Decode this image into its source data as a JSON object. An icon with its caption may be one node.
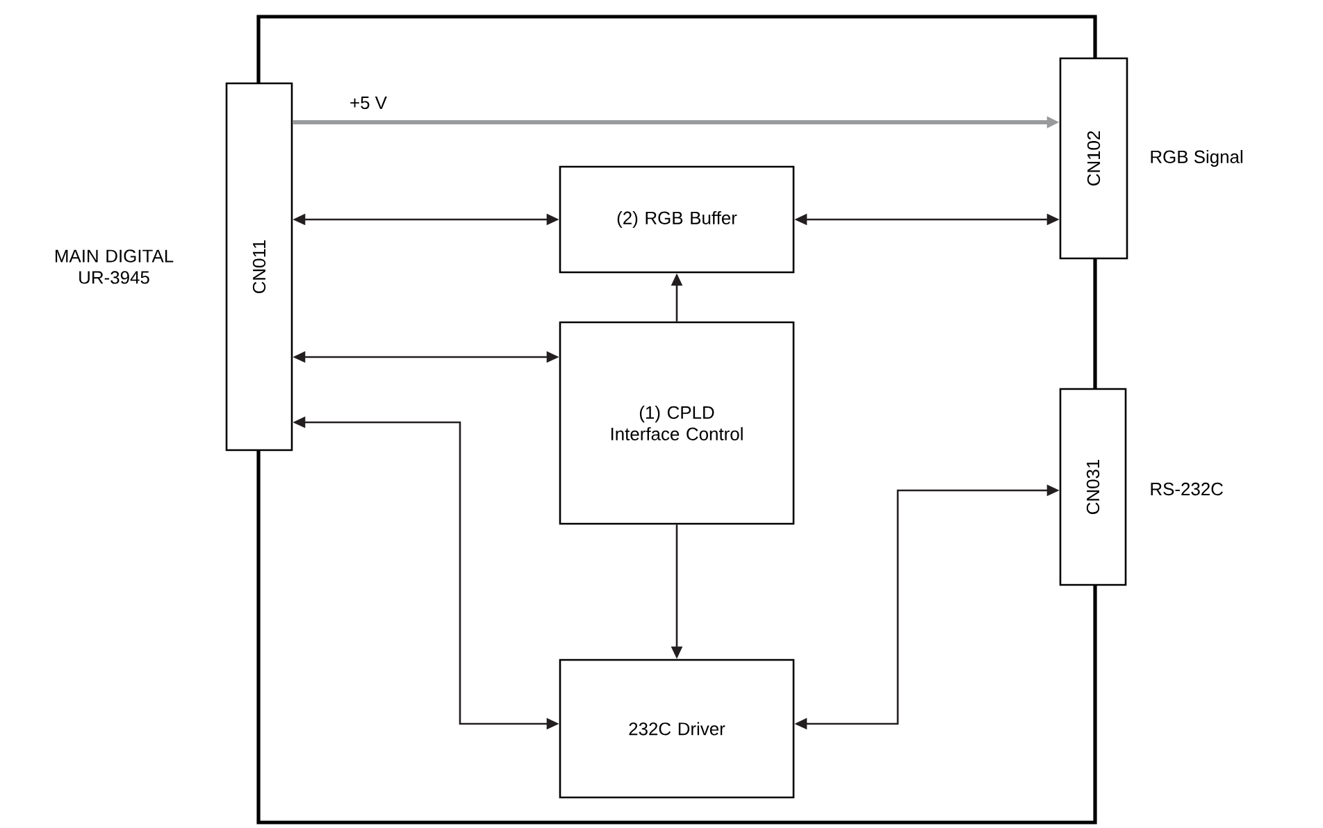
{
  "diagram": {
    "nodes": [
      {
        "text": [],
        "shape": "box"
      },
      {
        "text": [
          "CN011"
        ],
        "beside": [
          "MAIN DIGITAL UR-3945"
        ]
      },
      {
        "text": [
          "CN102"
        ],
        "beside": [
          "RGB Signal"
        ]
      },
      {
        "text": [
          "(2) RGB Buffer"
        ],
        "in": 0
      },
      {
        "text": [
          "(1) CPLD Interface Control"
        ],
        "in": 0
      },
      {
        "text": [
          "CN031"
        ],
        "beside": [
          "RS-232C"
        ]
      },
      {
        "text": [
          "232C Driver"
        ],
        "in": 0
      }
    ],
    "edges": [
      {
        "from": 1,
        "to": 2,
        "arrow": "to",
        "label": "+5 V",
        "style": "thick",
        "color": "#999a9c"
      },
      {
        "from": 1,
        "to": 3,
        "arrow": "both"
      },
      {
        "from": 3,
        "to": 2,
        "arrow": "both"
      },
      {
        "from": 4,
        "to": 3,
        "arrow": "to"
      },
      {
        "from": 1,
        "to": 4,
        "arrow": "both"
      },
      {
        "from": 1,
        "to": 6,
        "arrow": "both"
      },
      {
        "from": 4,
        "to": 6,
        "arrow": "to"
      },
      {
        "from": 6,
        "to": 5,
        "arrow": "both"
      }
    ]
  }
}
